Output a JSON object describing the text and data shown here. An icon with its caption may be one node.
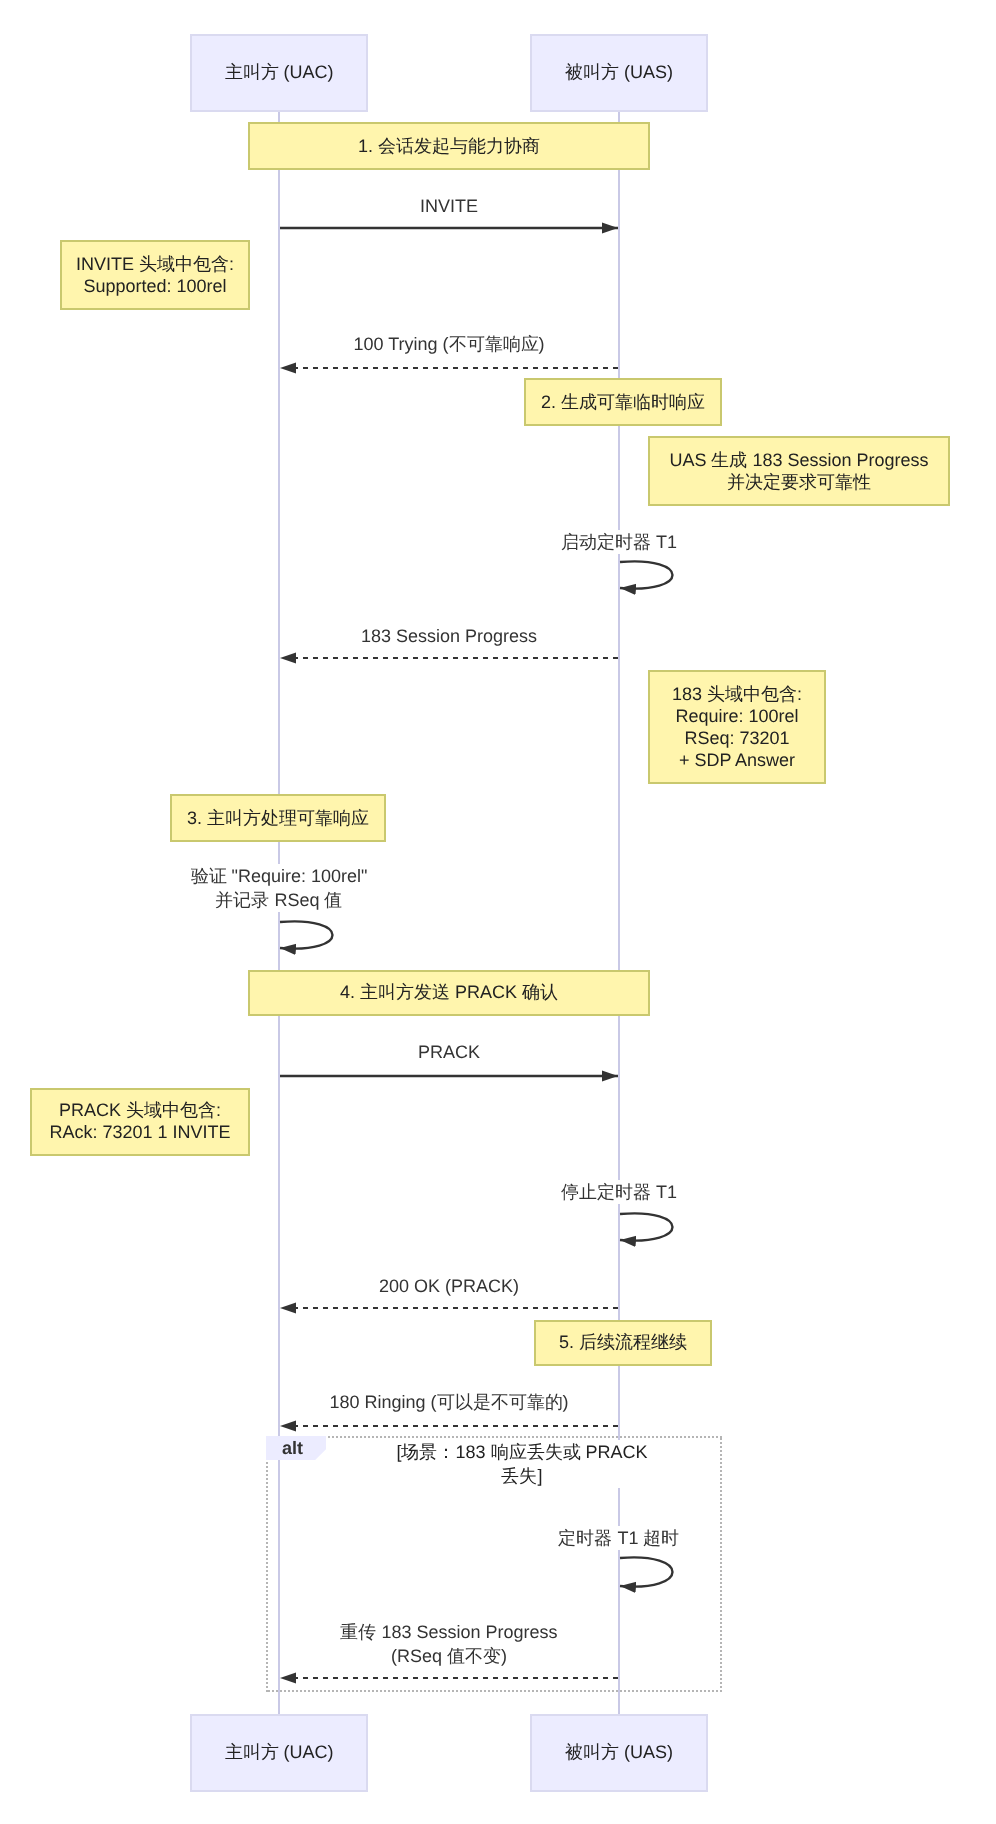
{
  "diagram": {
    "nodes": [
      {
        "text": [
          "主叫方 (UAC)"
        ]
      },
      {
        "text": [
          "被叫方 (UAS)"
        ]
      },
      {
        "text": [],
        "shape": "line"
      },
      {
        "text": [],
        "shape": "line"
      },
      {
        "text": [
          "1. 会话发起与能力协商"
        ]
      },
      {
        "text": [
          "INVITE 头域中包含: Supported: 100rel"
        ]
      },
      {
        "text": [
          "2. 生成可靠临时响应"
        ]
      },
      {
        "text": [
          "UAS 生成 183 Session Progress 并决定要求可靠性"
        ]
      },
      {
        "text": [
          "183 头域中包含: Require: 100rel RSeq: 73201 + SDP Answer"
        ]
      },
      {
        "text": [
          "3. 主叫方处理可靠响应"
        ]
      },
      {
        "text": [
          "4. 主叫方发送 PRACK 确认"
        ]
      },
      {
        "text": [
          "PRACK 头域中包含: RAck: 73201 1 INVITE"
        ]
      },
      {
        "text": [
          "5. 后续流程继续"
        ]
      },
      {
        "text": [
          "alt"
        ]
      },
      {
        "text": [
          "主叫方 (UAC)"
        ]
      },
      {
        "text": [
          "被叫方 (UAS)"
        ]
      }
    ],
    "edges": [
      {
        "from": 2,
        "to": 3,
        "arrow": "to",
        "label": "INVITE"
      },
      {
        "from": 3,
        "to": 2,
        "arrow": "to",
        "label": "100 Trying (不可靠响应)",
        "style": "dashed"
      },
      {
        "from": 3,
        "to": 3,
        "arrow": "to",
        "label": "启动定时器 T1"
      },
      {
        "from": 3,
        "to": 2,
        "arrow": "to",
        "label": "183 Session Progress",
        "style": "dashed"
      },
      {
        "from": 2,
        "to": 2,
        "arrow": "to",
        "label": "验证 \"Require: 100rel\" 并记录 RSeq 值"
      },
      {
        "from": 2,
        "to": 3,
        "arrow": "to",
        "label": "PRACK"
      },
      {
        "from": 3,
        "to": 3,
        "arrow": "to",
        "label": "停止定时器 T1"
      },
      {
        "from": 3,
        "to": 2,
        "arrow": "to",
        "label": "200 OK (PRACK)",
        "style": "dashed"
      },
      {
        "from": 3,
        "to": 2,
        "arrow": "to",
        "label": "180 Ringing (可以是不可靠的)",
        "style": "dashed"
      },
      {
        "from": 3,
        "to": 3,
        "arrow": "to",
        "label": "定时器 T1 超时"
      },
      {
        "from": 3,
        "to": 2,
        "arrow": "to",
        "label": "重传 183 Session Progress (RSeq 值不变)",
        "style": "dashed"
      }
    ],
    "labels": [
      "[场景：183 响应丢失或 PRACK 丢失]"
    ]
  }
}
